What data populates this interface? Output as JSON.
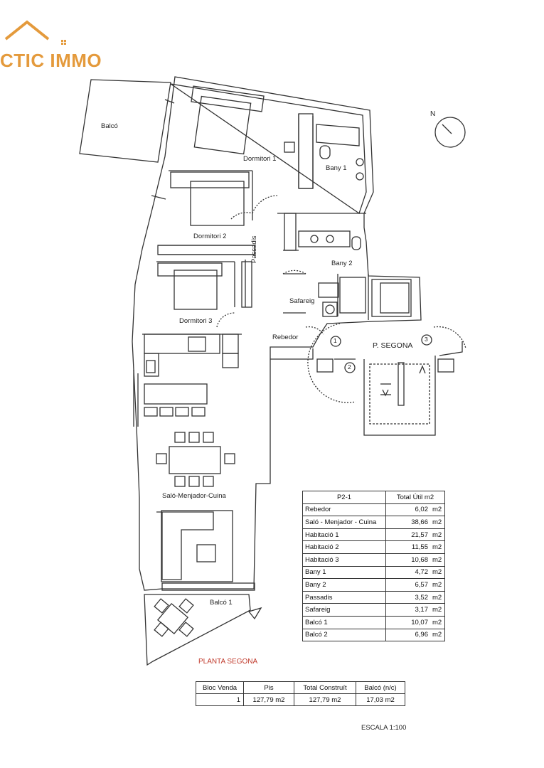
{
  "brand": {
    "name": "CTIC IMMO",
    "color": "#e49a3c"
  },
  "rooms": {
    "balco_top": "Balcó",
    "dormitori1": "Dormitori 1",
    "bany1": "Bany 1",
    "dormitori2": "Dormitori 2",
    "passadis": "Passadis",
    "bany2": "Bany 2",
    "dormitori3": "Dormitori 3",
    "safareig": "Safareig",
    "rebedor": "Rebedor",
    "p_segona": "P. SEGONA",
    "salo": "Saló-Menjador-Cuina",
    "balco1": "Balcó 1"
  },
  "doors": {
    "d1": "1",
    "d2": "2",
    "d3": "3"
  },
  "north": "N",
  "areas": {
    "header_unit": "P2-1",
    "header_total": "Total Útil m2",
    "unit": "m2",
    "rows": [
      {
        "name": "Rebedor",
        "value": "6,02"
      },
      {
        "name": "Saló - Menjador - Cuina",
        "value": "38,66"
      },
      {
        "name": "Habitació 1",
        "value": "21,57"
      },
      {
        "name": "Habitació 2",
        "value": "11,55"
      },
      {
        "name": "Habitació 3",
        "value": "10,68"
      },
      {
        "name": "Bany 1",
        "value": "4,72"
      },
      {
        "name": "Bany 2",
        "value": "6,57"
      },
      {
        "name": "Passadis",
        "value": "3,52"
      },
      {
        "name": "Safareig",
        "value": "3,17"
      },
      {
        "name": "Balcó 1",
        "value": "10,07"
      },
      {
        "name": "Balcó 2",
        "value": "6,96"
      }
    ]
  },
  "plant_title": "PLANTA SEGONA",
  "summary": {
    "headers": [
      "Bloc Venda",
      "Pis",
      "Total Construït",
      "Balcó (n/c)"
    ],
    "row": [
      "1",
      "127,79 m2",
      "127,79 m2",
      "17,03 m2"
    ]
  },
  "scale": "ESCALA 1:100",
  "colors": {
    "title_red": "#c0392b",
    "wall": "#333333"
  }
}
